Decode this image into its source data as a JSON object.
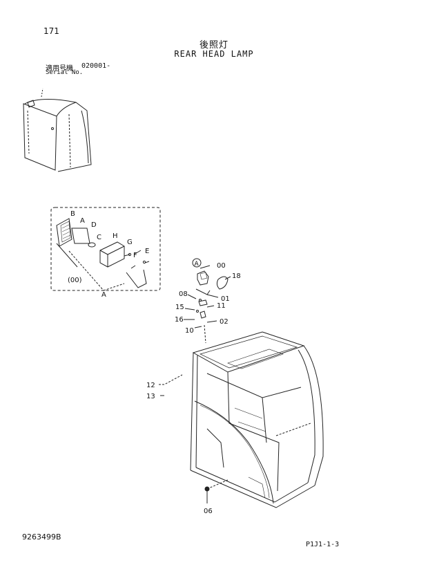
{
  "header": {
    "page_number": "171",
    "title_jp": "後照灯",
    "title_en": "REAR HEAD LAMP",
    "serial_label_jp": "適用号機",
    "serial_label_en": "Serial No.",
    "serial_value": "020001-"
  },
  "inset": {
    "assembly_label": "(00)",
    "detail_marker": "A",
    "part_letters": [
      "B",
      "A",
      "D",
      "C",
      "H",
      "G",
      "F",
      "E"
    ]
  },
  "callouts": [
    "00",
    "18",
    "08",
    "01",
    "15",
    "11",
    "16",
    "02",
    "10",
    "12",
    "13",
    "06"
  ],
  "circled_marker": "A",
  "footer": {
    "doc_code": "9263499B",
    "page_code": "P1J1-1-3"
  }
}
